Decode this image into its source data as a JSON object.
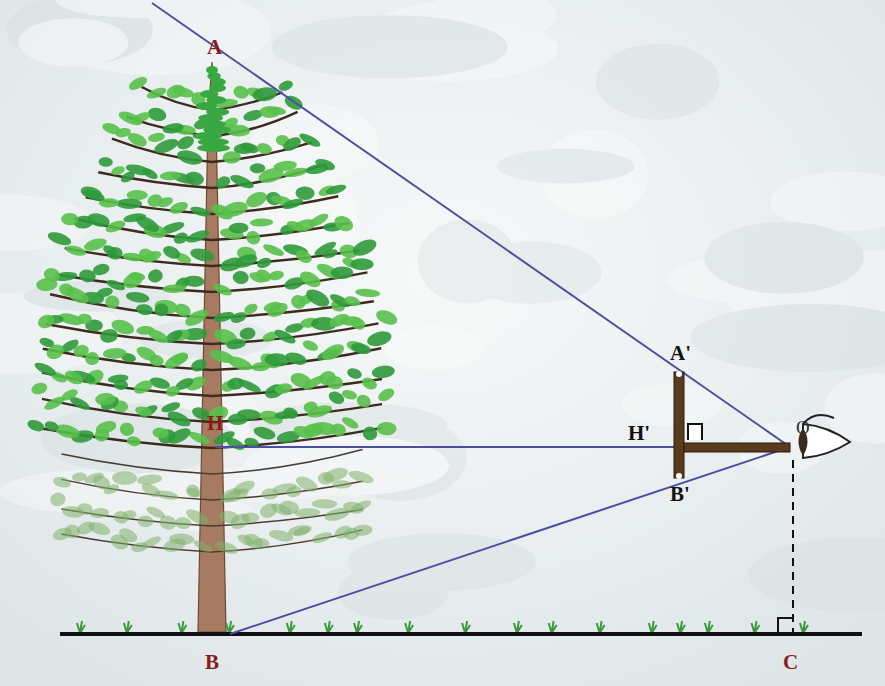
{
  "diagram": {
    "labels": [
      "A",
      "A'",
      "O",
      "H",
      "H'",
      "B'",
      "B",
      "C"
    ]
  }
}
